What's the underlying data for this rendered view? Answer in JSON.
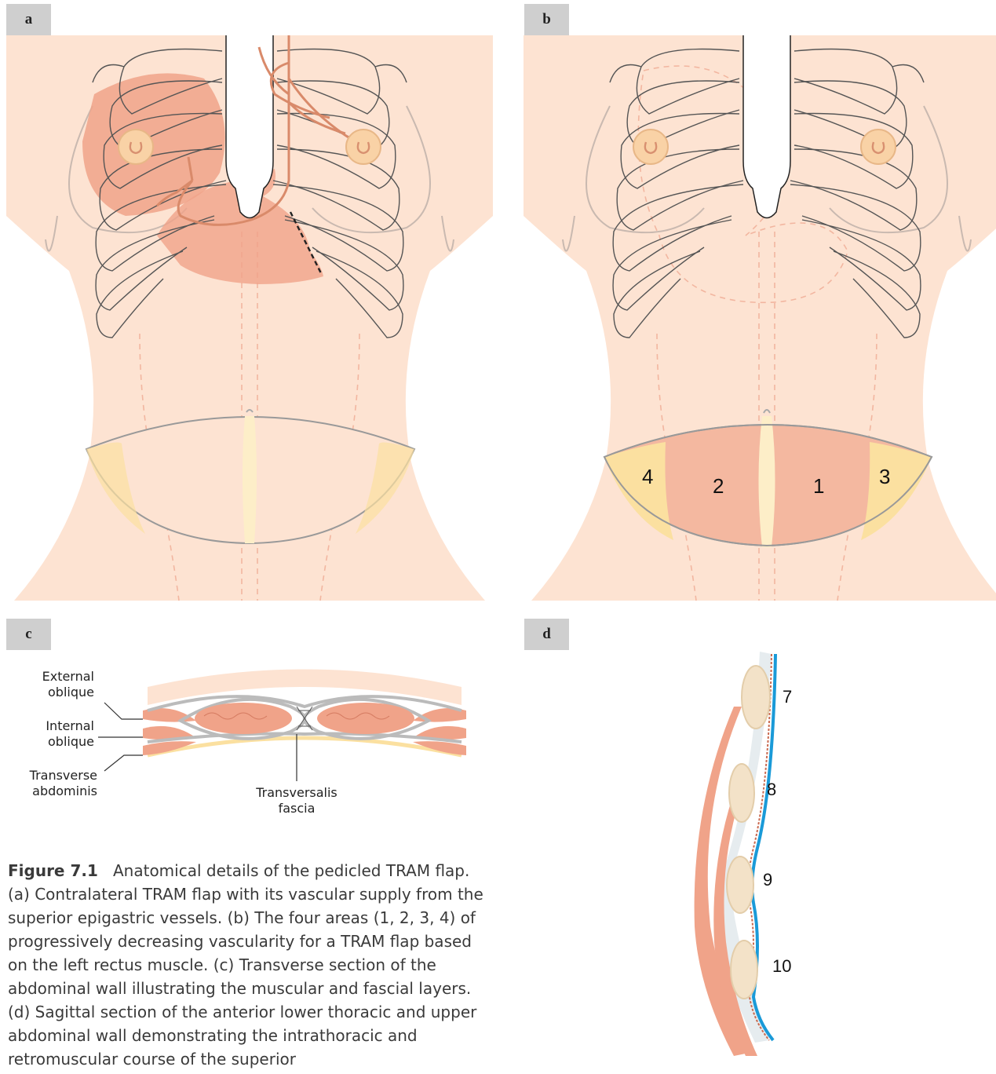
{
  "panels": {
    "a": {
      "tag": "a"
    },
    "b": {
      "tag": "b",
      "zones": [
        "4",
        "2",
        "1",
        "3"
      ]
    },
    "c": {
      "tag": "c",
      "labels": {
        "external_oblique_1": "External",
        "external_oblique_2": "oblique",
        "internal_oblique_1": "Internal",
        "internal_oblique_2": "oblique",
        "transverse_1": "Transverse",
        "transverse_2": "abdominis",
        "fascia_1": "Transversalis",
        "fascia_2": "fascia"
      }
    },
    "d": {
      "tag": "d",
      "ribs": [
        "7",
        "8",
        "9",
        "10"
      ]
    }
  },
  "caption": {
    "figure_label": "Figure 7.1",
    "text": "Anatomical details of the pedicled TRAM flap. (a) Contralateral TRAM flap with its vascular supply from the superior epigastric vessels. (b) The four areas (1, 2, 3, 4) of progressively decreasing vascularity for a TRAM flap based on the left rectus muscle. (c) Transverse section of the abdominal wall illustrating the muscular and fascial layers. (d) Sagittal section of the anterior lower thoracic and upper abdominal wall demonstrating the intrathoracic and retromuscular course of the superior"
  },
  "colors": {
    "skin": "#fde3d2",
    "flap": "#f0a389",
    "zone_pink": "#f4b8a0",
    "zone_yellow": "#fbe0a0",
    "midline_yellow": "#fdeec8",
    "vessel": "#d98a6a",
    "outline": "#333333",
    "blue_vessel": "#1a9ad8"
  }
}
